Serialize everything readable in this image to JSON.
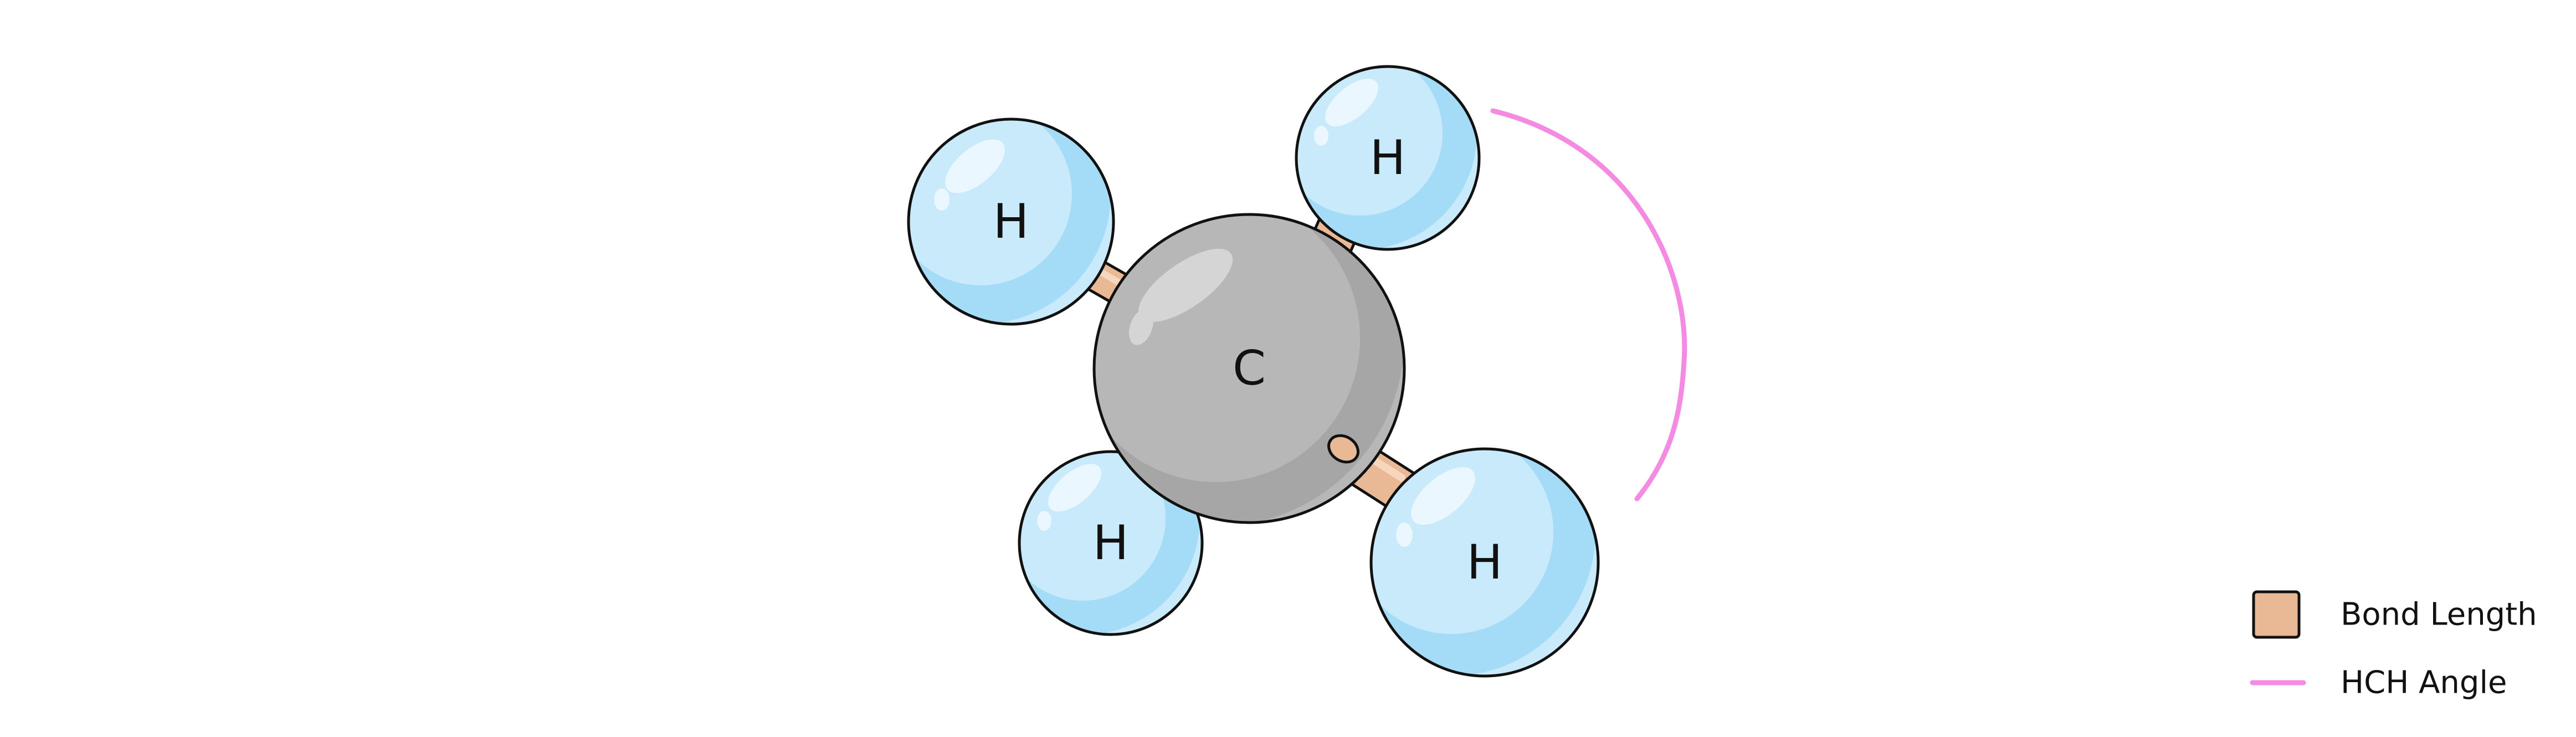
{
  "molecule": {
    "central_atom": "C",
    "hydrogens": {
      "upper_left": "H",
      "top_right": "H",
      "lower_left": "H",
      "lower_right": "H"
    }
  },
  "legend": {
    "bond_length_label": "Bond Length",
    "hch_angle_label": "HCH Angle"
  },
  "colors": {
    "carbon": "#b8b7b8",
    "carbon_shadow": "#a7a6a7",
    "hydrogen": "#c8eafb",
    "hydrogen_shadow": "#a4dcf7",
    "bond": "#e9b995",
    "angle_arc": "#f58ae2",
    "outline": "#111111"
  }
}
